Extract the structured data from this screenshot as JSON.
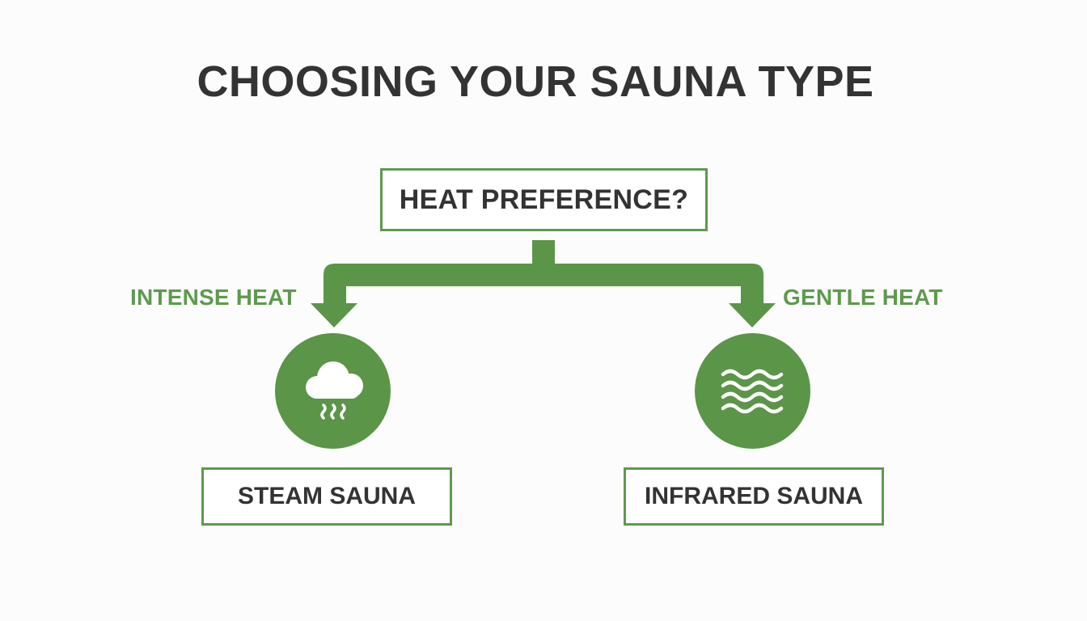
{
  "title": "CHOOSING YOUR SAUNA TYPE",
  "question": "HEAT PREFERENCE?",
  "branches": [
    {
      "label": "INTENSE HEAT",
      "icon": "steam-cloud-icon",
      "result": "STEAM SAUNA"
    },
    {
      "label": "GENTLE HEAT",
      "icon": "heat-waves-icon",
      "result": "INFRARED SAUNA"
    }
  ],
  "colors": {
    "accent": "#5e9a4e",
    "text": "#333333",
    "background": "#fbfcfb"
  }
}
